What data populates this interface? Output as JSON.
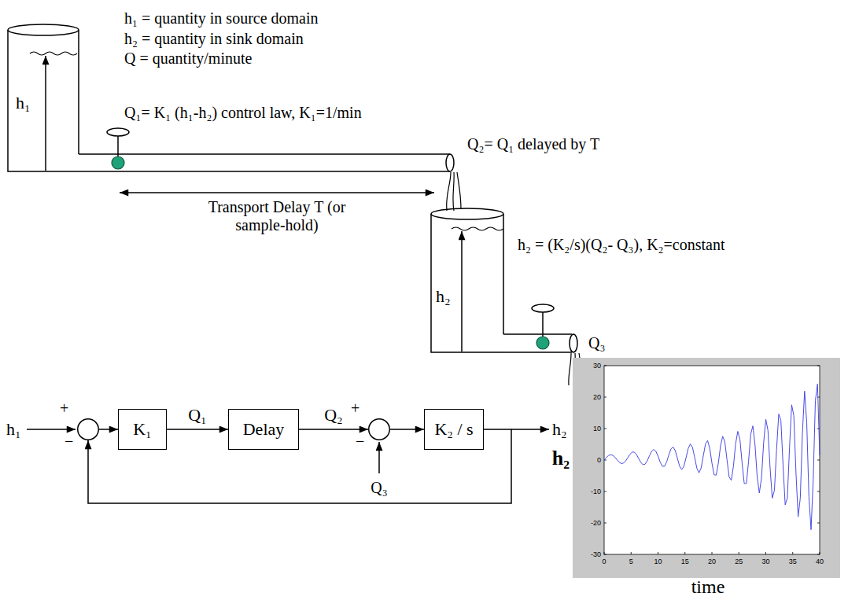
{
  "diagram": {
    "nodes": [
      {
        "text": [
          "h₁"
        ]
      },
      {
        "text": [
          "h₂"
        ]
      },
      {
        "text": [
          "+",
          "−"
        ]
      },
      {
        "text": [
          "K₁"
        ]
      },
      {
        "text": [
          "Delay"
        ]
      },
      {
        "text": [
          "+",
          "−"
        ]
      },
      {
        "text": [
          "K₂ / s"
        ]
      }
    ],
    "edges": [
      {
        "from": 2,
        "to": 3,
        "arrow": "to"
      },
      {
        "from": 3,
        "to": 4,
        "label": "Q₁",
        "arrow": "to"
      },
      {
        "from": 4,
        "to": 5,
        "label": "Q₂",
        "arrow": "to"
      },
      {
        "from": 5,
        "to": 6,
        "arrow": "to"
      },
      {
        "from": 6,
        "to": 2,
        "arrow": "to"
      }
    ],
    "labels": [
      "h₁ = quantity in source domain",
      "h₂ = quantity in sink domain",
      "Q = quantity/minute",
      "Q₁= K₁ (h₁-h₂) control law, K₁=1/min",
      "Q₂= Q₁ delayed by T",
      "Transport Delay T (or sample-hold)",
      "h₂ = (K₂/s)(Q₂- Q₃), K₂=constant",
      "Q₃",
      "h₁",
      "Q₃",
      "h₂",
      "30",
      "20",
      "10",
      "0",
      "-10",
      "-20",
      "-30",
      "0",
      "5",
      "10",
      "15",
      "20",
      "25",
      "30",
      "35",
      "40",
      "h₂",
      "time"
    ]
  }
}
